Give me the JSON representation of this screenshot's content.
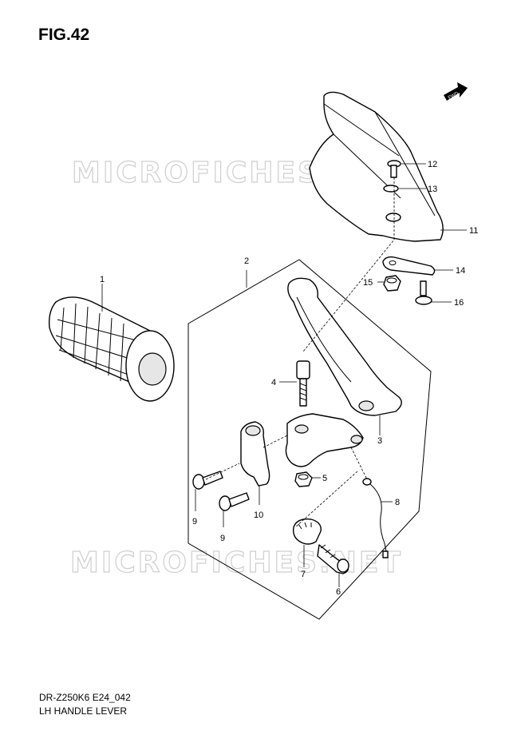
{
  "figure": {
    "title": "FIG.42",
    "model_code": "DR-Z250K6 E24_042",
    "caption": "LH HANDLE LEVER",
    "watermark": "MICROFICHES.NET",
    "fwd_label": "FWD"
  },
  "callouts": {
    "p1": "1",
    "p2": "2",
    "p3": "3",
    "p4": "4",
    "p5": "5",
    "p6": "6",
    "p7": "7",
    "p8": "8",
    "p9a": "9",
    "p9b": "9",
    "p10": "10",
    "p11": "11",
    "p12": "12",
    "p13": "13",
    "p14": "14",
    "p15": "15",
    "p16": "16"
  },
  "parts": {
    "handle-grip": "1",
    "clutch-lever-assembly": "2",
    "clutch-lever": "3",
    "lever-pivot-bolt": "4",
    "lever-nut": "5",
    "adjuster-bolt": "6",
    "adjuster-nut": "7",
    "clutch-switch-lead": "8",
    "clamp-bolt": "9",
    "lever-holder": "10",
    "hand-guard": "11",
    "guard-screw": "12",
    "guard-washer": "13",
    "guard-bracket": "14",
    "bracket-nut": "15",
    "bracket-bolt": "16"
  }
}
